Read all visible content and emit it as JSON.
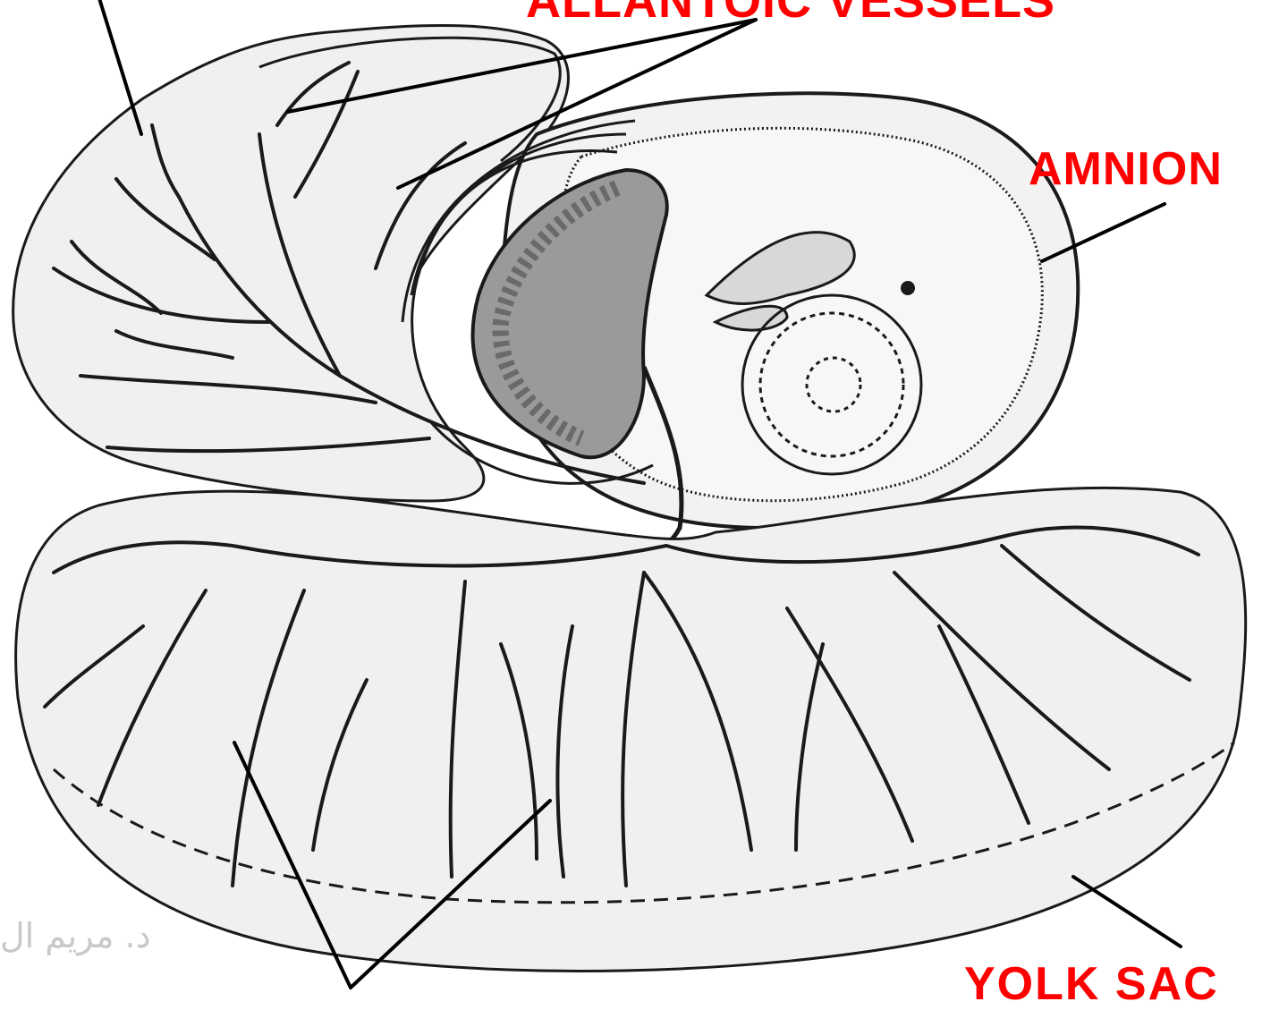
{
  "labels": {
    "allantoic_vessels": "ALLANTOIC VESSELS",
    "amnion": "AMNION",
    "yolk_sac": "YOLK SAC"
  },
  "watermark": "د. مريم ال",
  "colors": {
    "label": "#ff0000",
    "line": "#1a1a1a",
    "membrane_fill": "#f0f0f0",
    "embryo_shade": "#7a7a7a",
    "background": "#ffffff",
    "watermark": "#c8c8c8"
  }
}
